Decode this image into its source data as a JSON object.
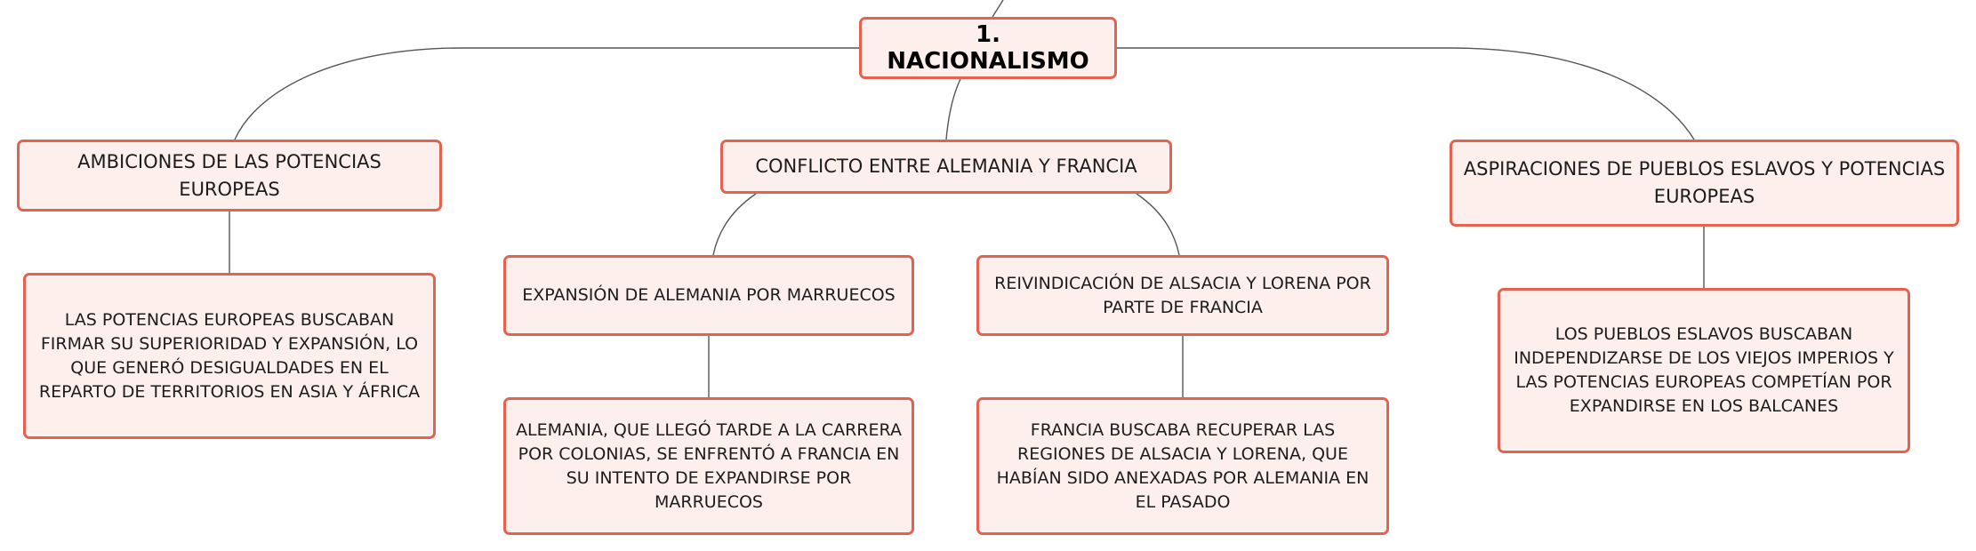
{
  "root": {
    "label": "1. NACIONALISMO"
  },
  "branches": {
    "left": {
      "label": "AMBICIONES DE LAS POTENCIAS EUROPEAS",
      "detail": "LAS POTENCIAS EUROPEAS BUSCABAN FIRMAR SU SUPERIORIDAD Y EXPANSIÓN, LO QUE GENERÓ DESIGUALDADES EN EL REPARTO DE TERRITORIOS EN ASIA Y ÁFRICA"
    },
    "center": {
      "label": "CONFLICTO ENTRE ALEMANIA Y FRANCIA",
      "sub_a": {
        "label": "EXPANSIÓN DE ALEMANIA POR MARRUECOS",
        "detail": "ALEMANIA, QUE LLEGÓ TARDE A LA CARRERA POR COLONIAS, SE ENFRENTÓ A FRANCIA EN SU INTENTO DE EXPANDIRSE POR MARRUECOS"
      },
      "sub_b": {
        "label": "REIVINDICACIÓN DE ALSACIA Y LORENA POR PARTE DE FRANCIA",
        "detail": "FRANCIA BUSCABA RECUPERAR LAS REGIONES DE ALSACIA Y LORENA, QUE HABÍAN SIDO ANEXADAS POR ALEMANIA EN EL PASADO"
      }
    },
    "right": {
      "label": "ASPIRACIONES DE PUEBLOS ESLAVOS Y POTENCIAS EUROPEAS",
      "detail": "LOS PUEBLOS ESLAVOS BUSCABAN INDEPENDIZARSE DE LOS VIEJOS IMPERIOS Y LAS POTENCIAS EUROPEAS COMPETÍAN POR EXPANDIRSE EN LOS BALCANES"
    }
  },
  "colors": {
    "node_border": "#e46350",
    "node_fill": "#fdf0ec",
    "connector": "#555555"
  }
}
